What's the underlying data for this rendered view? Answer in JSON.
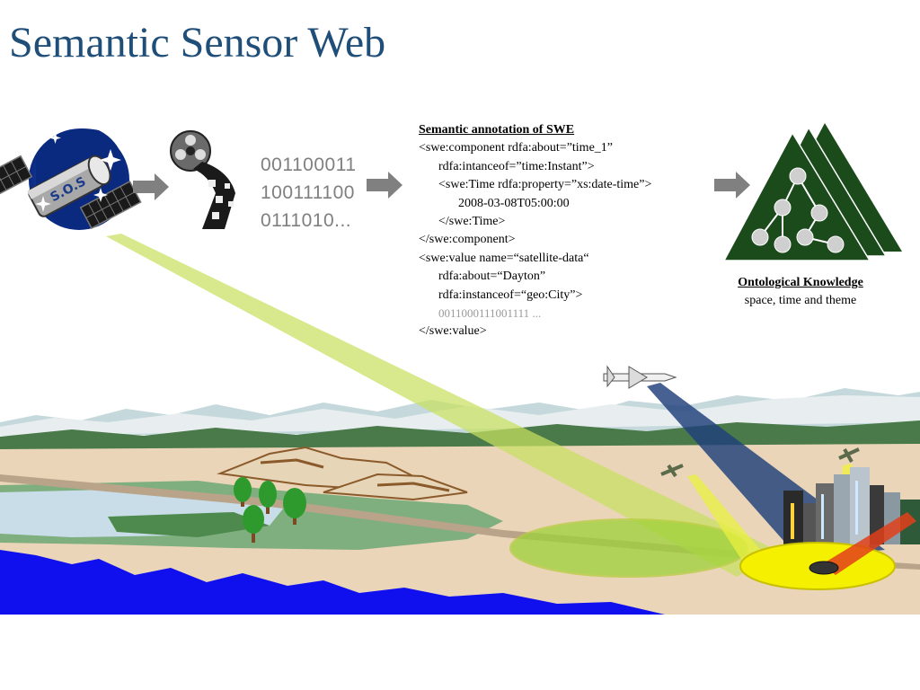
{
  "title": "Semantic Sensor Web",
  "satellite_label": "S.O.S",
  "binary_lines": [
    "001100011",
    "100111100",
    "0111010..."
  ],
  "annotation": {
    "heading": "Semantic annotation of SWE",
    "lines": [
      "<swe:component rdfa:about=”time_1”",
      "rdfa:intanceof=”time:Instant”>",
      "<swe:Time rdfa:property=”xs:date-time”>",
      "2008-03-08T05:00:00",
      "</swe:Time>",
      "</swe:component>",
      "<swe:value name=“satellite-data“",
      "rdfa:about=“Dayton”",
      "rdfa:instanceof=“geo:City”>",
      "0011000111001111 ...",
      "</swe:value>"
    ]
  },
  "ontology": {
    "heading": "Ontological Knowledge",
    "subtitle": "space, time and theme"
  },
  "colors": {
    "title": "#1f4e79",
    "triangle": "#1b4a1b",
    "beam_green": "#c8e060",
    "beam_blue": "#1f3f7a",
    "water": "#1010ee",
    "arrow": "#808080"
  }
}
